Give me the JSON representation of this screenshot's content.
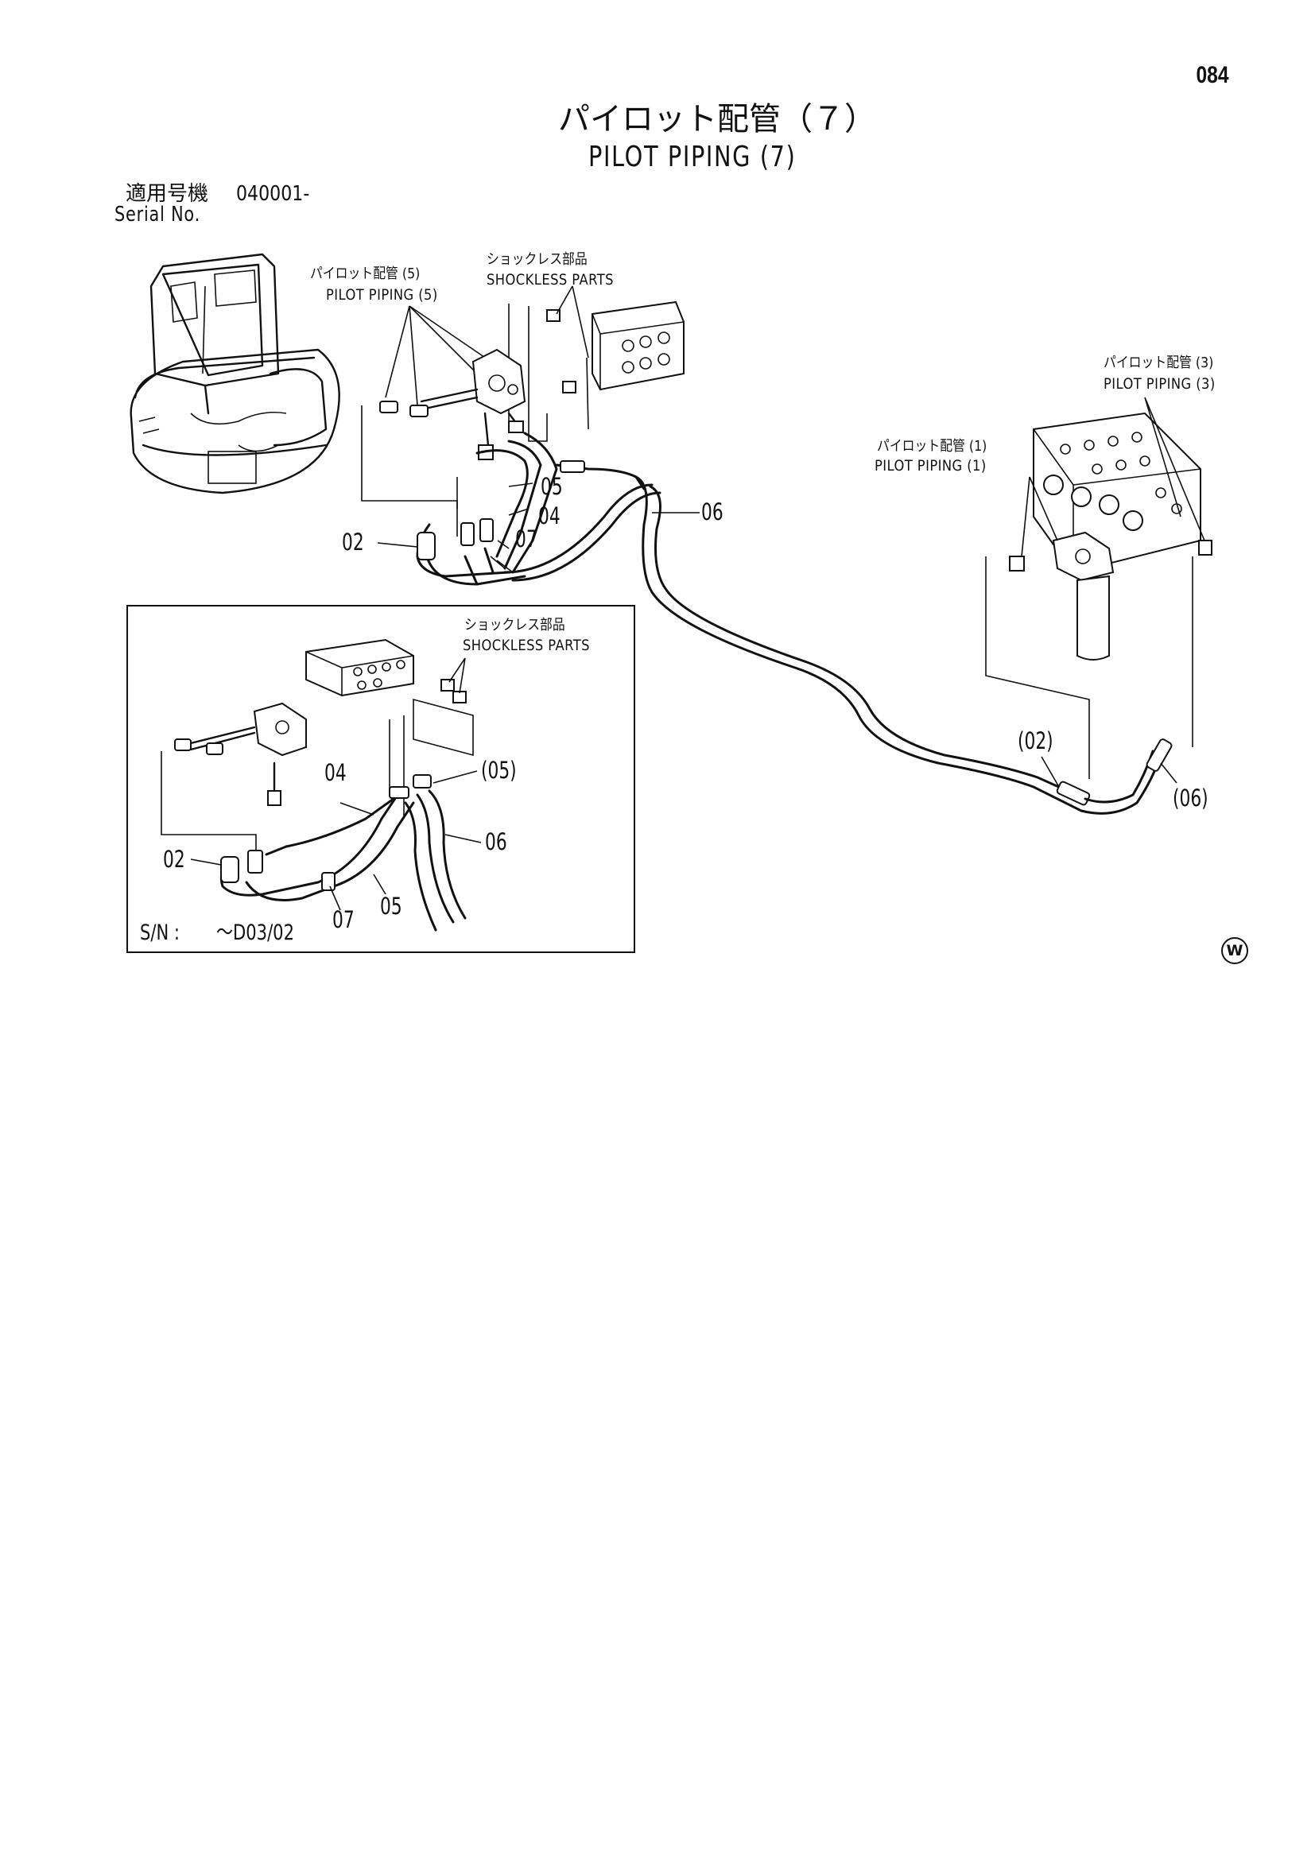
{
  "page_number": "084",
  "title": {
    "jp": "パイロット配管（７）",
    "en": "PILOT PIPING (7)"
  },
  "serial": {
    "jp_label": "適用号機",
    "value": "040001-",
    "en_label": "Serial No."
  },
  "callouts": {
    "pilot5_jp": "パイロット配管 (5)",
    "pilot5_en": "PILOT PIPING (5)",
    "shockless_jp": "ショックレス部品",
    "shockless_en": "SHOCKLESS PARTS",
    "pilot3_jp": "パイロット配管 (3)",
    "pilot3_en": "PILOT PIPING (3)",
    "pilot1_jp": "パイロット配管 (1)",
    "pilot1_en": "PILOT PIPING (1)"
  },
  "parts_main": {
    "p05": "05",
    "p06": "06",
    "p04": "04",
    "p07": "07",
    "p02": "02",
    "p02_paren": "(02)",
    "p06_paren": "(06)"
  },
  "inset": {
    "shockless_jp": "ショックレス部品",
    "shockless_en": "SHOCKLESS PARTS",
    "p04": "04",
    "p05_paren": "(05)",
    "p06": "06",
    "p02": "02",
    "p07": "07",
    "p05": "05",
    "sn_label": "S/N :",
    "sn_value": "～D03/02"
  },
  "watermark_symbol": "W"
}
